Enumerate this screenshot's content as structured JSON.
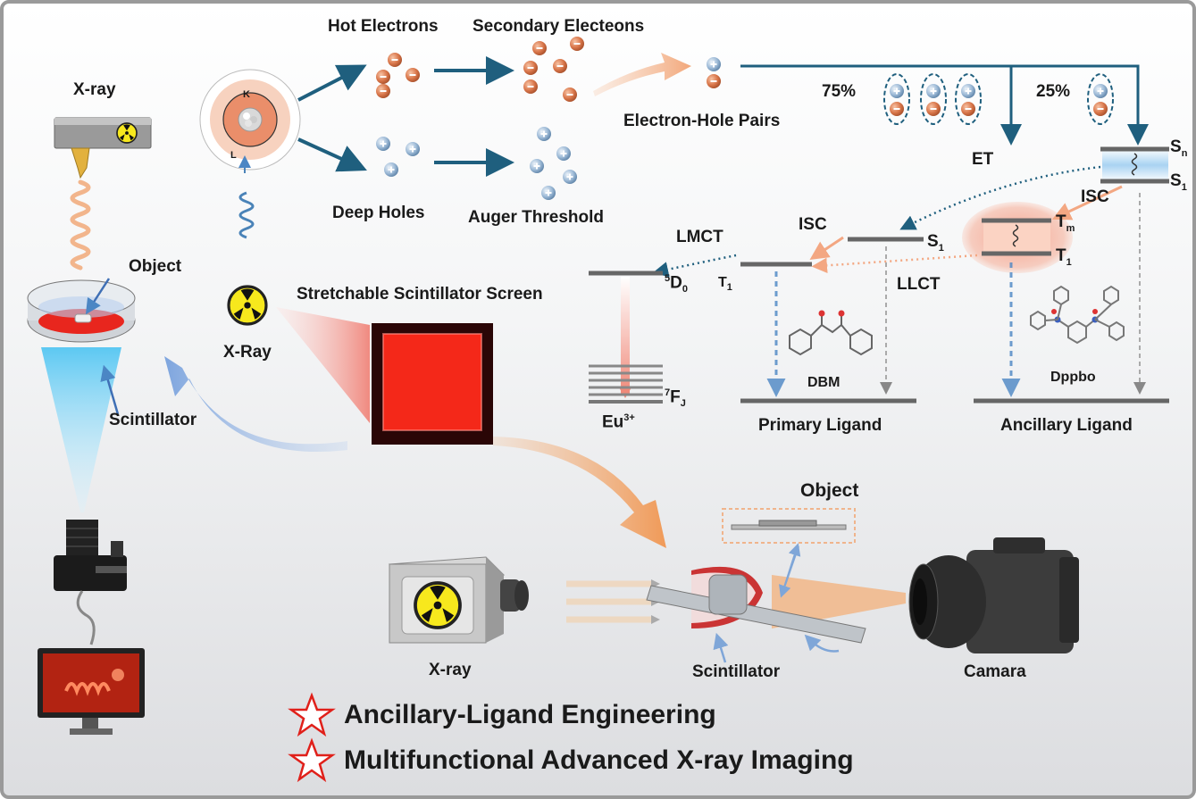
{
  "left_panel": {
    "xray_label": "X-ray",
    "object_label": "Object",
    "scintillator_label": "Scintillator"
  },
  "center": {
    "xray_label": "X-Ray",
    "screen_label": "Stretchable Scintillator Screen"
  },
  "process": {
    "atom_shell_k": "K",
    "atom_shell_l": "L",
    "hot_electrons": "Hot Electrons",
    "secondary_electrons": "Secondary Electeons",
    "deep_holes": "Deep Holes",
    "auger_threshold": "Auger Threshold",
    "electron_hole_pairs": "Electron-Hole Pairs",
    "pct_75": "75%",
    "pct_25": "25%"
  },
  "energy": {
    "et": "ET",
    "isc_right": "ISC",
    "isc_mid": "ISC",
    "lmct": "LMCT",
    "llct": "LLCT",
    "d0_sup": "5",
    "d0_main": "D",
    "d0_sub": "0",
    "fj_sup": "7",
    "fj_main": "F",
    "fj_sub": "J",
    "eu_main": "Eu",
    "eu_sup": "3+",
    "t1_mid": "T",
    "t1_mid_sub": "1",
    "s1_mid": "S",
    "s1_mid_sub": "1",
    "sn_main": "S",
    "sn_sub": "n",
    "s1_right": "S",
    "s1_right_sub": "1",
    "tm_main": "T",
    "tm_sub": "m",
    "t1_right": "T",
    "t1_right_sub": "1",
    "dbm": "DBM",
    "dppbo": "Dppbo",
    "primary_ligand": "Primary Ligand",
    "ancillary_ligand": "Ancillary Ligand"
  },
  "setup": {
    "object_label": "Object",
    "xray_label": "X-ray",
    "scintillator_label": "Scintillator",
    "camera_label": "Camara"
  },
  "highlights": [
    "Ancillary-Ligand Engineering",
    "Multifunctional Advanced X-ray Imaging"
  ],
  "colors": {
    "arrow_teal": "#1f5f7e",
    "electron_orange": "#d9764a",
    "hole_blue": "#7fa6c8",
    "red_emission": "#e8261e",
    "star_red": "#e0201a"
  }
}
